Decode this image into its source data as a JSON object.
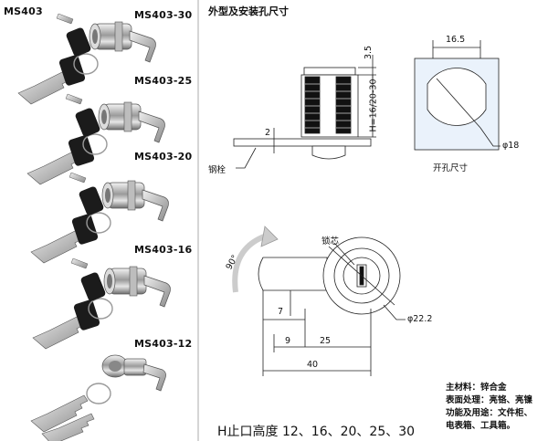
{
  "models": [
    {
      "label": "MS403"
    },
    {
      "label": "MS403-30"
    },
    {
      "label": "MS403-25"
    },
    {
      "label": "MS403-20"
    },
    {
      "label": "MS403-16"
    },
    {
      "label": "MS403-12"
    }
  ],
  "diagram": {
    "title": "外型及安装孔尺寸",
    "dims": {
      "d3_5": "3.5",
      "h": "H=16/20-30",
      "d2": "2",
      "w16_5": "16.5",
      "phi18": "φ18",
      "kaikong": "开孔尺寸",
      "gangshuan": "钢栓",
      "suoxin": "锁芯",
      "deg90": "90°",
      "d7": "7",
      "d9": "9",
      "d25": "25",
      "d40": "40",
      "phi22_2": "φ22.2"
    }
  },
  "specs": {
    "line1": "主材料：锌合金",
    "line2": "表面处理：亮铬、亮镍",
    "line3": "功能及用途：文件柜、",
    "line4": "电表箱、工具箱。"
  },
  "footer": "H止口高度 12、16、20、25、30"
}
